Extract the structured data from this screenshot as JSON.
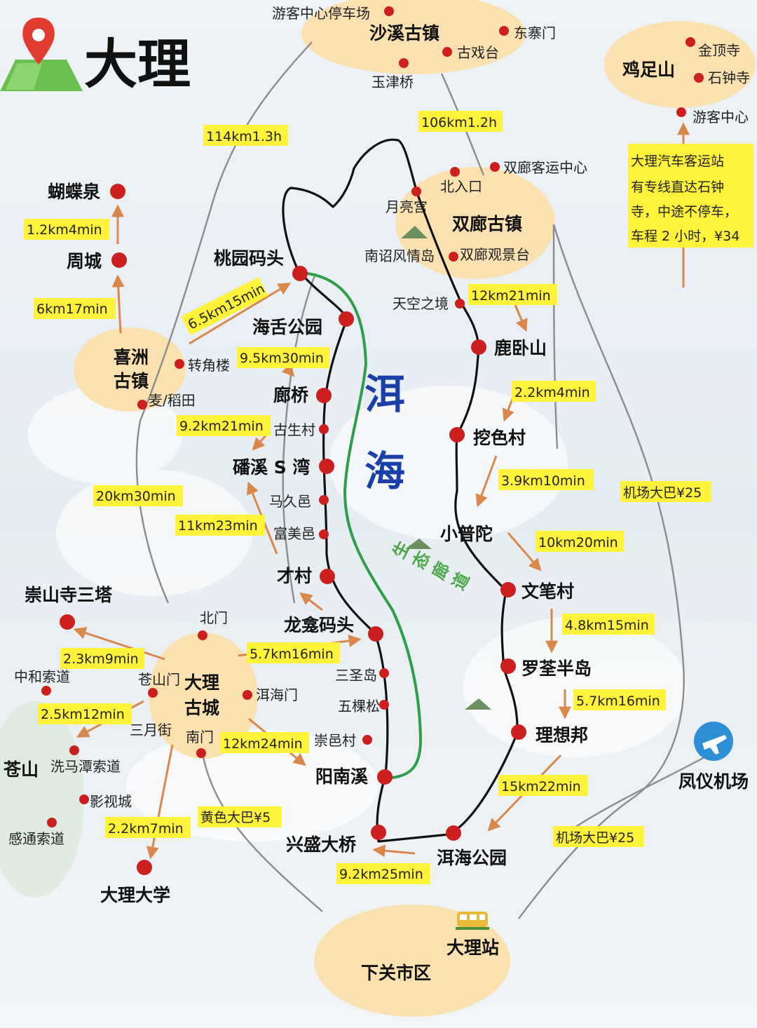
{
  "title": "大理",
  "colors": {
    "poi": "#cc1f1f",
    "highlight_box": "#fff23a",
    "eco_corridor": "#2e9e4a",
    "lake_label": "#1a3fa8",
    "arrow": "#d9874a",
    "bubble": "#fbe1b0",
    "road": "#8c8c8c"
  },
  "lake": {
    "name_1": "洱",
    "name_2": "海",
    "corridor_label": "生态廊道"
  },
  "regions": {
    "shaxi": "沙溪古镇",
    "jizushan": "鸡足山",
    "shuanglang": "双廊古镇",
    "xizhou_1": "喜洲",
    "xizhou_2": "古镇",
    "dali_old_1": "大理",
    "dali_old_2": "古城",
    "xiaguan_station": "大理站",
    "xiaguan": "下关市区",
    "airport": "凤仪机场",
    "cangshan": "苍山"
  },
  "pois": {
    "youke_parking": "游客中心停车场",
    "dongzhaimen": "东寨门",
    "guxitai": "古戏台",
    "yujinqiao": "玉津桥",
    "jinding": "金顶寺",
    "shizhong": "石钟寺",
    "youke_center": "游客中心",
    "keyun_center": "双廊客运中心",
    "beirukou": "北入口",
    "yueliang": "月亮宫",
    "nanzhao": "南诏风情岛",
    "guanjing": "双廊观景台",
    "tiankong": "天空之境",
    "luwoshan": "鹿卧山",
    "wase": "挖色村",
    "xiaoputuo": "小普陀",
    "wenbi": "文笔村",
    "luoquan": "罗荃半岛",
    "lixiangbang": "理想邦",
    "erhai_park": "洱海公园",
    "xingsheng": "兴盛大桥",
    "yangnanxi": "阳南溪",
    "chongyi": "崇邑村",
    "wukesong": "五棵松",
    "sanshengdao": "三圣岛",
    "longkan": "龙龛码头",
    "caicun": "才村",
    "fumeiyi": "富美邑",
    "majiuyi": "马久邑",
    "panxi": "磻溪 S 湾",
    "gusheng": "古生村",
    "langqiao": "廊桥",
    "haishe": "海舌公园",
    "taoyuan": "桃园码头",
    "zhuanjiaolou": "转角楼",
    "maidaotian": "麦/稻田",
    "zhoucheng": "周城",
    "hudiequan": "蝴蝶泉",
    "chongsheng": "崇山寺三塔",
    "beimen": "北门",
    "cangshanmen": "苍山门",
    "erhaimen": "洱海门",
    "sanyuejie": "三月街",
    "nanmen": "南门",
    "zhonghe": "中和索道",
    "ximatan": "洗马潭索道",
    "yingshi": "影视城",
    "gantong": "感通索道",
    "dali_univ": "大理大学"
  },
  "distances": {
    "shaxi_west": "114km1.3h",
    "shaxi_east": "106km1.2h",
    "zhou_hudie": "1.2km4min",
    "xizhou_zhou": "6km17min",
    "xizhou_taoyuan": "6.5km15min",
    "haishe_langqiao": "9.5km30min",
    "langqiao_panxi": "9.2km21min",
    "dali_west": "20km30min",
    "panxi_caicun": "11km23min",
    "shuanglang_luwo": "12km21min",
    "luwo_wase": "2.2km4min",
    "wase_xiaoputuo": "3.9km10min",
    "xiaoputuo_wenbi": "10km20min",
    "wenbi_luoquan": "4.8km15min",
    "luoquan_lixiang": "5.7km16min",
    "airport_bus_1": "机场大巴¥25",
    "airport_bus_2": "机场大巴¥25",
    "lixiang_park": "15km22min",
    "park_xingsheng": "9.2km25min",
    "dali_longkan": "5.7km16min",
    "dali_yangnanxi": "12km24min",
    "dali_chongsheng": "2.3km9min",
    "dali_cangshan": "2.5km12min",
    "dali_univ": "2.2km7min",
    "yellow_bus": "黄色大巴¥5"
  },
  "bus_note": {
    "line_1": "大理汽车客运站",
    "line_2": "有专线直达石钟",
    "line_3": "寺，中途不停车，",
    "line_4": "车程 2 小时，¥34"
  }
}
